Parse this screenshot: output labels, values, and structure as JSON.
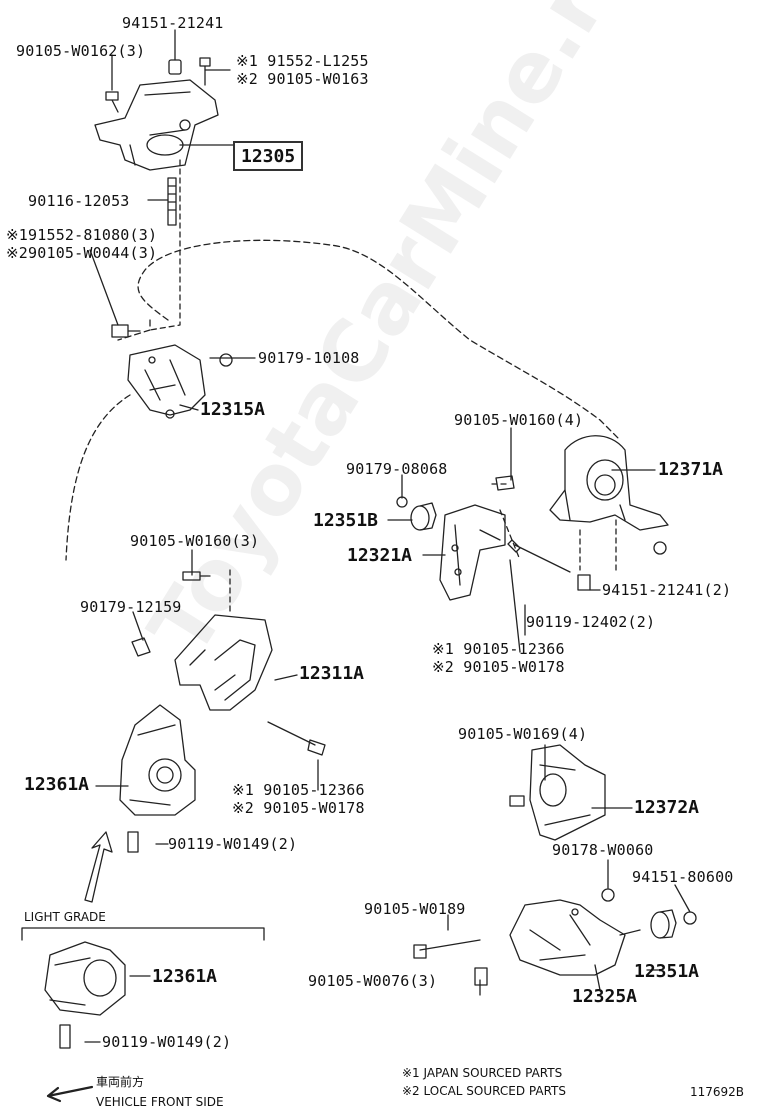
{
  "watermark": "ToyotaCarMine.ru",
  "labels": {
    "p94151_21241": "94151-21241",
    "p90105_W0162": "90105-W0162(3)",
    "p91552_L1255": "※1 91552-L1255",
    "p90105_W0163": "※2 90105-W0163",
    "p12305": "12305",
    "p90116_12053": "90116-12053",
    "p91552_81080": "※191552-81080(3)",
    "p90105_W0044": "※290105-W0044(3)",
    "p90179_10108": "90179-10108",
    "p12315A": "12315A",
    "p90105_W0160_4": "90105-W0160(4)",
    "p90179_08068": "90179-08068",
    "p12371A": "12371A",
    "p12351B": "12351B",
    "p12321A": "12321A",
    "p94151_21241_2": "94151-21241(2)",
    "p90119_12402": "90119-12402(2)",
    "p90105_12366_a": "※1 90105-12366",
    "p90105_W0178_a": "※2 90105-W0178",
    "p90105_W0160_3": "90105-W0160(3)",
    "p90179_12159": "90179-12159",
    "p12311A": "12311A",
    "p12361A": "12361A",
    "p90105_12366_b": "※1 90105-12366",
    "p90105_W0178_b": "※2 90105-W0178",
    "p90119_W0149_a": "90119-W0149(2)",
    "p90105_W0169": "90105-W0169(4)",
    "p12372A": "12372A",
    "p90178_W0060": "90178-W0060",
    "p94151_80600": "94151-80600",
    "p90105_W0189": "90105-W0189",
    "p90105_W0076": "90105-W0076(3)",
    "p12351A": "12351A",
    "p12325A": "12325A",
    "light_grade": "LIGHT GRADE",
    "p12361A_lg": "12361A",
    "p90119_W0149_b": "90119-W0149(2)"
  },
  "notes": {
    "japan": "※1 JAPAN SOURCED PARTS",
    "local": "※2 LOCAL SOURCED PARTS"
  },
  "direction": {
    "jp": "車両前方",
    "en": "VEHICLE FRONT SIDE"
  },
  "figure_id": "117692B"
}
